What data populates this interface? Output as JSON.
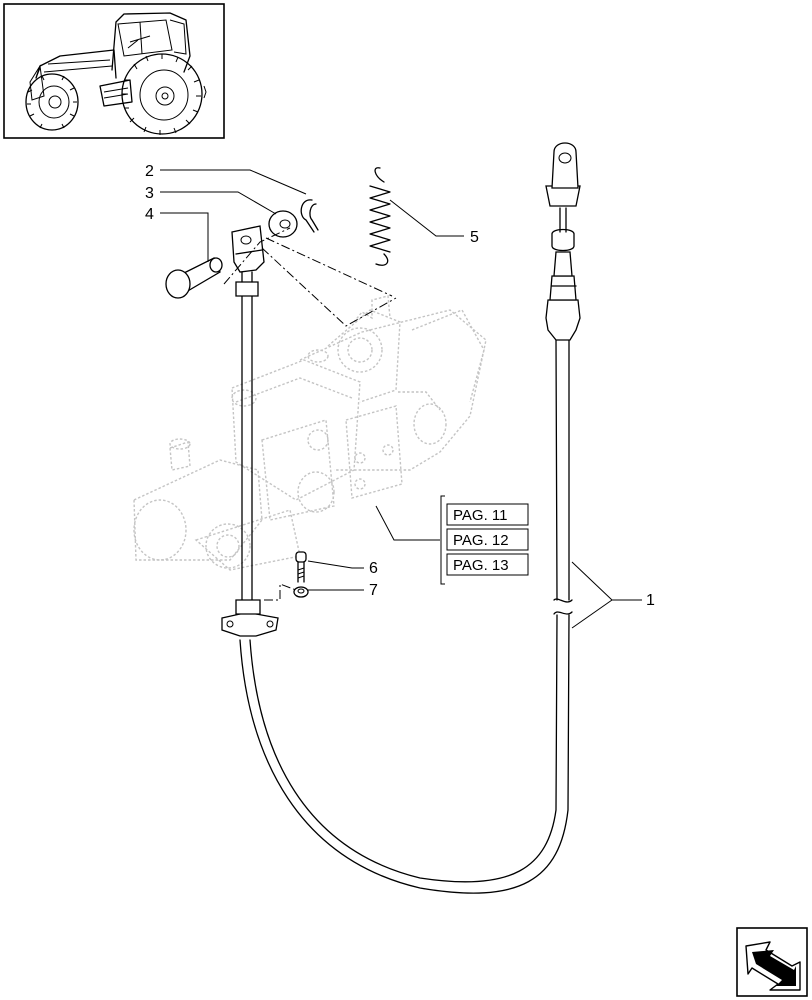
{
  "callouts": [
    {
      "id": "2",
      "label": "2"
    },
    {
      "id": "3",
      "label": "3"
    },
    {
      "id": "4",
      "label": "4"
    },
    {
      "id": "5",
      "label": "5"
    },
    {
      "id": "6",
      "label": "6"
    },
    {
      "id": "7",
      "label": "7"
    },
    {
      "id": "1",
      "label": "1"
    }
  ],
  "page_refs": [
    {
      "label": "PAG. 11"
    },
    {
      "label": "PAG. 12"
    },
    {
      "label": "PAG. 13"
    }
  ],
  "icons": {
    "thumbnail": "tractor-thumbnail-icon",
    "navigation": "next-page-arrow-icon"
  }
}
